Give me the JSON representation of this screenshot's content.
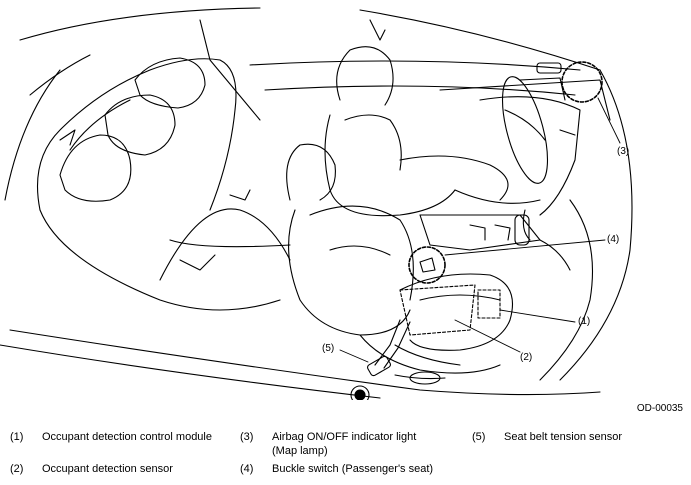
{
  "figure_id": "OD-00035",
  "callouts": {
    "c1": "(1)",
    "c2": "(2)",
    "c3": "(3)",
    "c4": "(4)",
    "c5": "(5)"
  },
  "legend": [
    {
      "num": "(1)",
      "text": "Occupant detection control module"
    },
    {
      "num": "(2)",
      "text": "Occupant detection sensor"
    },
    {
      "num": "(3)",
      "text": "Airbag ON/OFF indicator light (Map lamp)"
    },
    {
      "num": "(4)",
      "text": "Buckle switch (Passenger's seat)"
    },
    {
      "num": "(5)",
      "text": "Seat belt tension sensor"
    }
  ]
}
